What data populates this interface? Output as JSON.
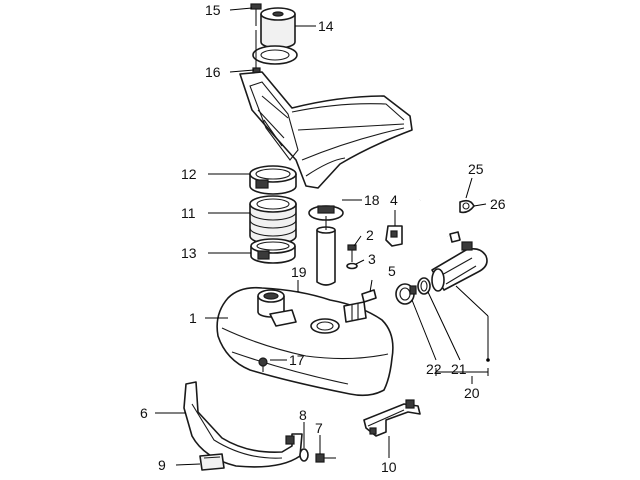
{
  "diagram": {
    "callouts": [
      {
        "id": "1",
        "label": "1"
      },
      {
        "id": "2",
        "label": "2"
      },
      {
        "id": "3",
        "label": "3"
      },
      {
        "id": "4",
        "label": "4"
      },
      {
        "id": "5",
        "label": "5"
      },
      {
        "id": "6",
        "label": "6"
      },
      {
        "id": "7",
        "label": "7"
      },
      {
        "id": "8",
        "label": "8"
      },
      {
        "id": "9",
        "label": "9"
      },
      {
        "id": "10",
        "label": "10"
      },
      {
        "id": "11",
        "label": "11"
      },
      {
        "id": "12",
        "label": "12"
      },
      {
        "id": "13",
        "label": "13"
      },
      {
        "id": "14",
        "label": "14"
      },
      {
        "id": "15",
        "label": "15"
      },
      {
        "id": "16",
        "label": "16"
      },
      {
        "id": "17",
        "label": "17"
      },
      {
        "id": "18",
        "label": "18"
      },
      {
        "id": "19",
        "label": "19"
      },
      {
        "id": "20",
        "label": "20"
      },
      {
        "id": "21",
        "label": "21"
      },
      {
        "id": "22",
        "label": "22"
      },
      {
        "id": "25",
        "label": "25"
      },
      {
        "id": "26",
        "label": "26"
      }
    ]
  }
}
